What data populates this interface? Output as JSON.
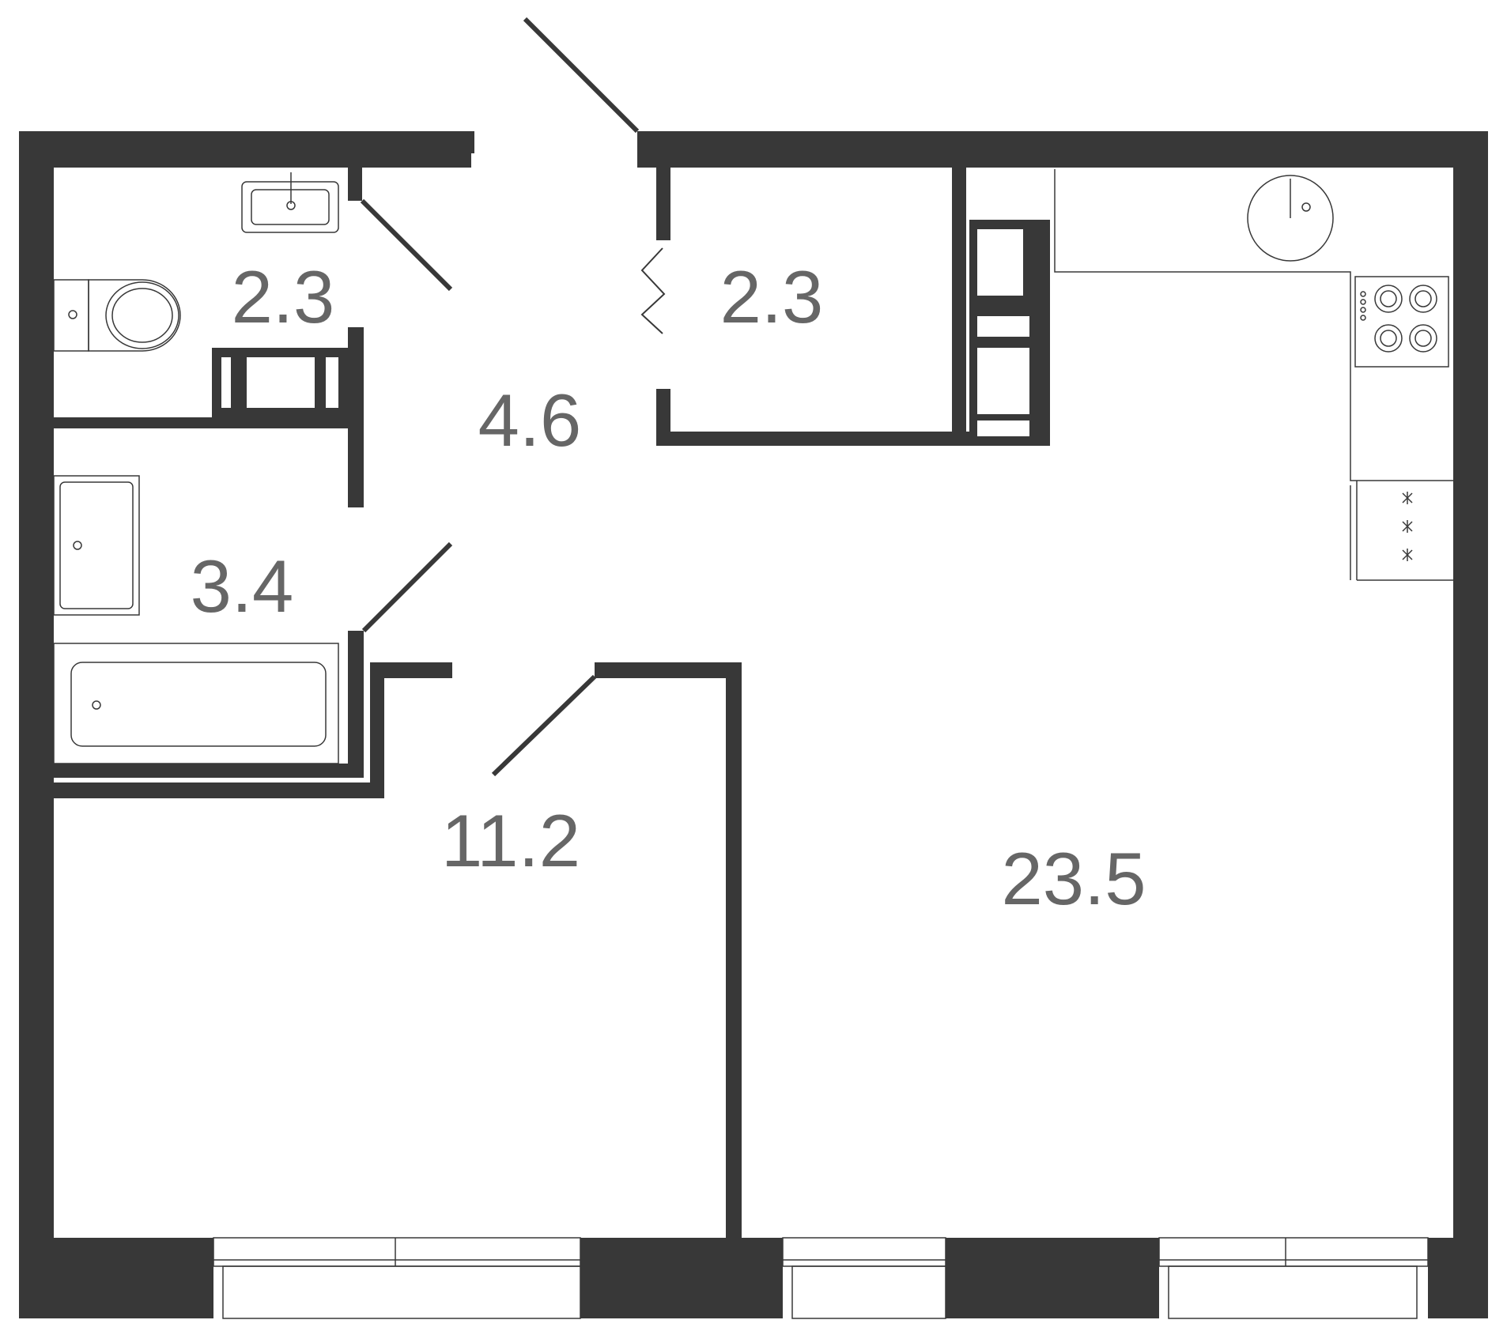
{
  "rooms": [
    {
      "id": "wc",
      "area": "2.3"
    },
    {
      "id": "storage",
      "area": "2.3"
    },
    {
      "id": "hall",
      "area": "4.6"
    },
    {
      "id": "bathroom",
      "area": "3.4"
    },
    {
      "id": "bedroom",
      "area": "11.2"
    },
    {
      "id": "living-kitchen",
      "area": "23.5"
    }
  ],
  "colors": {
    "wall": "#383838",
    "label": "#666666",
    "background": "#ffffff"
  },
  "fixtures": [
    "sink-icon",
    "toilet-icon",
    "bathtub-icon",
    "washbasin-icon",
    "boiler-icon",
    "cooktop-icon",
    "radiator-icon",
    "shelving-icon"
  ]
}
